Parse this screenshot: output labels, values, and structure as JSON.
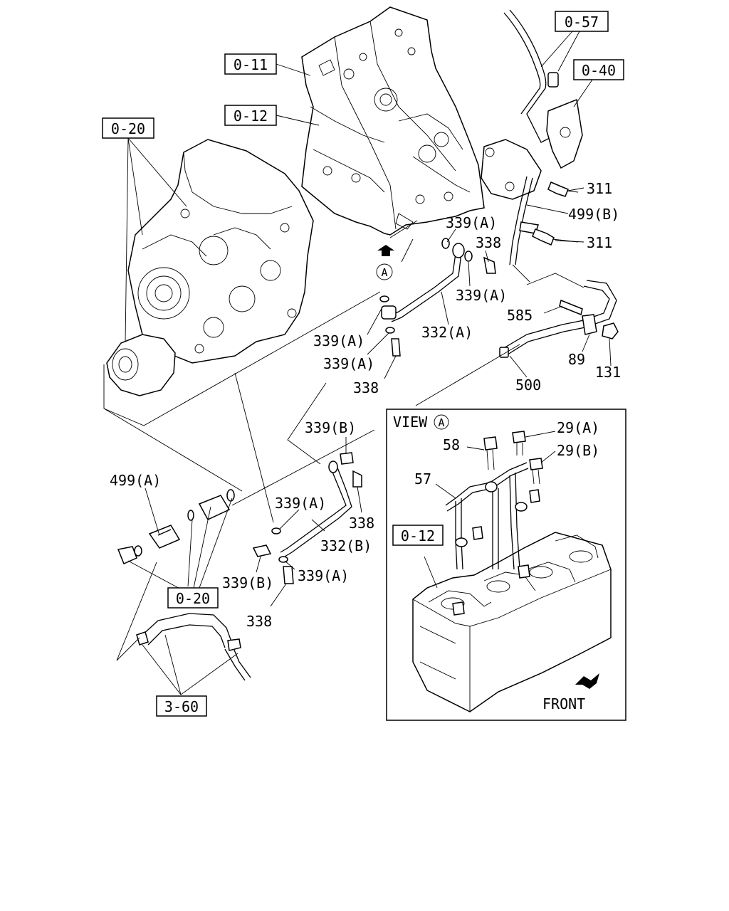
{
  "references": {
    "r0_57": "0-57",
    "r0_11": "0-11",
    "r0_40": "0-40",
    "r0_12_top": "0-12",
    "r0_20_top": "0-20",
    "r0_20_bottom": "0-20",
    "r3_60": "3-60",
    "r0_12_view": "0-12"
  },
  "callouts": {
    "c311_a": "311",
    "c499b": "499(B)",
    "c311_b": "311",
    "c339a_1": "339(A)",
    "c338_1": "338",
    "c339a_2": "339(A)",
    "c585": "585",
    "c332a": "332(A)",
    "c339a_3": "339(A)",
    "c339a_4": "339(A)",
    "c89": "89",
    "c131": "131",
    "c500": "500",
    "c338_2": "338",
    "c339b_1": "339(B)",
    "c499a": "499(A)",
    "c339a_5": "339(A)",
    "c338_3": "338",
    "c332b": "332(B)",
    "c339b_2": "339(B)",
    "c339a_6": "339(A)",
    "c338_4": "338"
  },
  "view_a": {
    "title": "VIEW",
    "circle_letter": "A",
    "c58": "58",
    "c29a": "29(A)",
    "c29b": "29(B)",
    "c57": "57",
    "front_label": "FRONT"
  },
  "marker": {
    "letter": "A"
  }
}
